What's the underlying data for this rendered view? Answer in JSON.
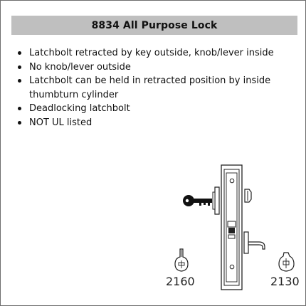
{
  "title": "8834 All Purpose Lock",
  "features": [
    "Latchbolt retracted by key outside, knob/lever inside",
    "No knob/lever outside",
    "Latchbolt can be held in retracted position by inside thumbturn cylinder",
    "Deadlocking latchbolt",
    "NOT UL listed"
  ],
  "diagram": {
    "outside_label": "2160",
    "inside_label": "2130"
  },
  "icons": {
    "key": "key-icon",
    "lock_body": "mortise-lock-body-icon",
    "lever": "lever-handle-icon",
    "outside_trim": "cylinder-escutcheon-icon",
    "inside_trim": "thumbturn-escutcheon-icon"
  },
  "colors": {
    "title_bar": "#bfbfbf",
    "border": "#6e6e6e",
    "text": "#111111"
  }
}
